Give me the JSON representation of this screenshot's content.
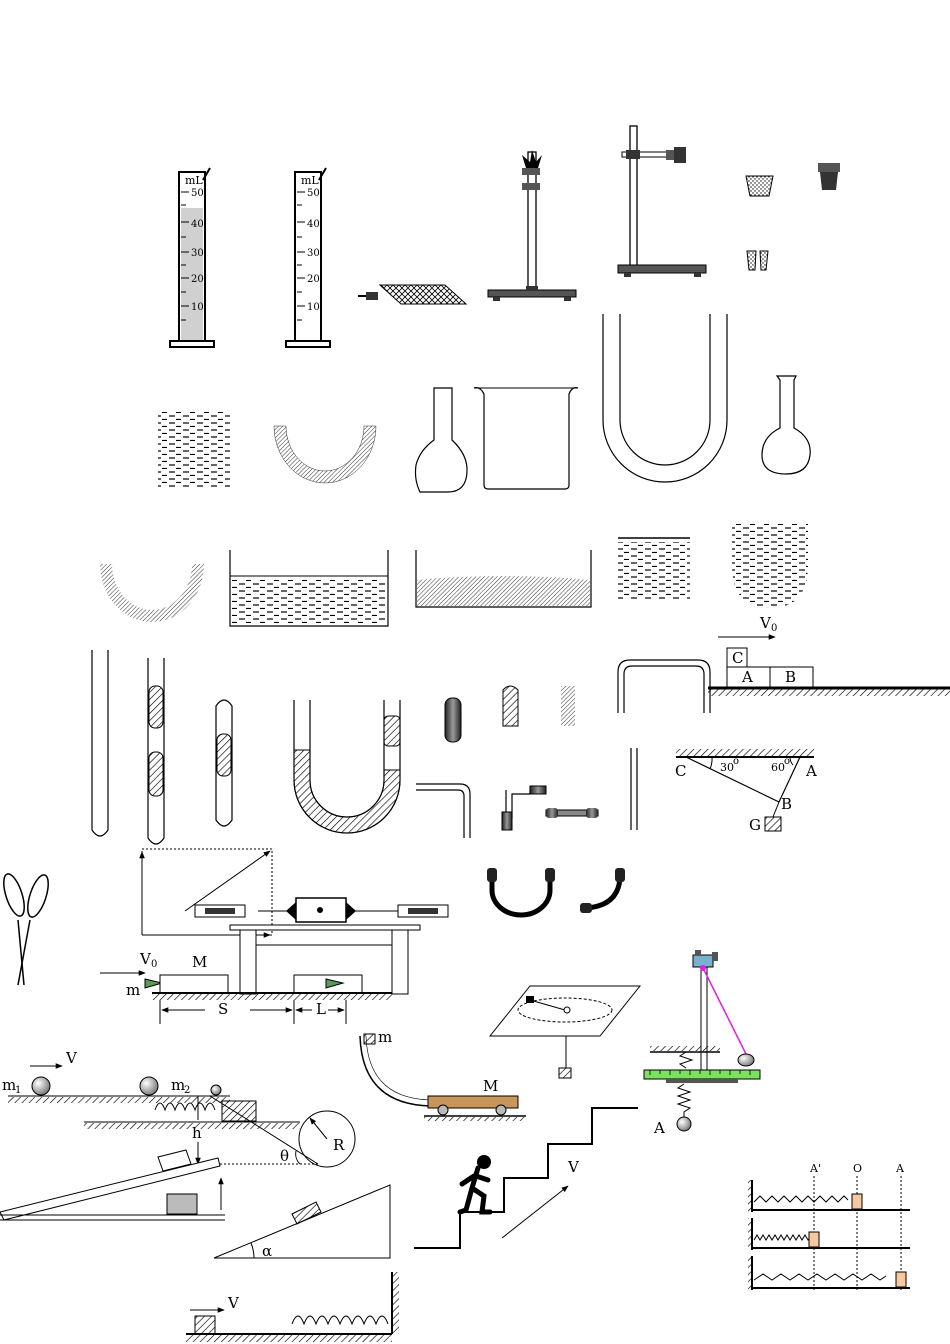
{
  "cylinders": {
    "unit": "mL",
    "ticks": [
      "50",
      "40",
      "30",
      "20",
      "10"
    ]
  },
  "labels": {
    "v0_top": "V",
    "v0_top_sub": "0",
    "block_a": "A",
    "block_b": "B",
    "block_c": "C",
    "angle_30": "30",
    "angle_60": "60",
    "deg": "o",
    "tri_c": "C",
    "tri_a": "A",
    "tri_b": "B",
    "tri_g": "G",
    "v0_mid": "V",
    "v0_mid_sub": "0",
    "mass_big": "M",
    "mass_small": "m",
    "dist_s": "S",
    "dist_l": "L",
    "track_m": "m",
    "track_big_m": "M",
    "v_left": "V",
    "m1": "m",
    "m1_sub": "1",
    "m2": "m",
    "m2_sub": "2",
    "h": "h",
    "theta": "θ",
    "r": "R",
    "alpha": "α",
    "v_bottom": "V",
    "v_stairs": "V",
    "point_a": "A",
    "osc_a_prime": "A'",
    "osc_o": "O",
    "osc_a": "A"
  },
  "colors": {
    "laser": "#e020e0",
    "ruler": "#7ee060",
    "cart": "#c8955a",
    "block_orange": "#f6c8a0",
    "cyan_block": "#7ab0d0",
    "green_tri": "#5a9a5a"
  },
  "icons": [
    "scissors-icon",
    "stick-figure-icon"
  ]
}
